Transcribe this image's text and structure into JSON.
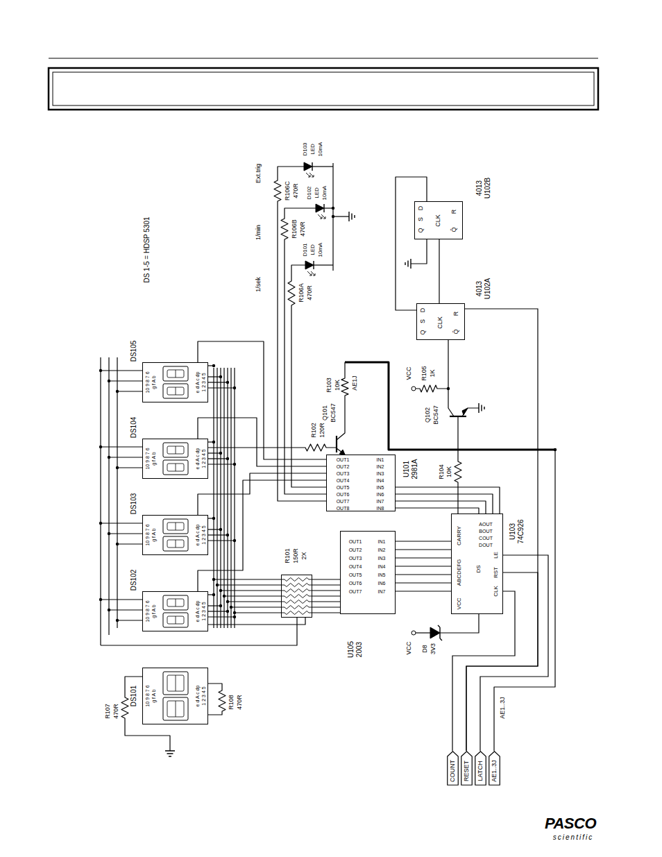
{
  "diagram": {
    "nodes": [
      {
        "text": [
          "DS101"
        ]
      },
      {
        "text": [
          "DS102"
        ]
      },
      {
        "text": [
          "DS103"
        ]
      },
      {
        "text": [
          "DS104"
        ]
      },
      {
        "text": [
          "DS105"
        ]
      },
      {
        "text": [
          "R101",
          "150R",
          "2X"
        ]
      },
      {
        "text": [
          "U105",
          "2003"
        ]
      },
      {
        "text": [
          "U101",
          "2981A"
        ]
      },
      {
        "text": [
          "U103",
          "74C926"
        ]
      },
      {
        "text": [
          "4013",
          "U102A"
        ]
      },
      {
        "text": [
          "4013",
          "U102B"
        ]
      },
      {
        "text": [
          "COUNT"
        ]
      },
      {
        "text": [
          "RESET"
        ]
      },
      {
        "text": [
          "LATCH"
        ]
      },
      {
        "text": [
          "AE1..3J"
        ]
      }
    ],
    "edges": [
      {
        "from": 8,
        "to": 6,
        "arrow": "none"
      },
      {
        "from": 6,
        "to": 5,
        "arrow": "none"
      },
      {
        "from": 5,
        "to": 1,
        "arrow": "none"
      },
      {
        "from": 9,
        "to": 10,
        "arrow": "none"
      },
      {
        "from": 11,
        "to": 8,
        "arrow": "none"
      },
      {
        "from": 12,
        "to": 8,
        "arrow": "none"
      },
      {
        "from": 12,
        "to": 9,
        "arrow": "none"
      },
      {
        "from": 13,
        "to": 8,
        "arrow": "none"
      }
    ],
    "labels": [
      "DS 1-5 = HDSP 5301",
      "1/sek",
      "1/min",
      "Ext.trig",
      "R106A",
      "470R",
      "D101",
      "LED",
      "10mA",
      "R106B",
      "470R",
      "D102",
      "LED",
      "10mA",
      "R106C",
      "470R",
      "D103",
      "LED",
      "10mA",
      "R102",
      "120R",
      "Q101",
      "BC547",
      "R103",
      "10K",
      "AE1J",
      "VCC",
      "R105",
      "1K",
      "Q102",
      "BC547",
      "R104",
      "10K",
      "VCC",
      "D8",
      "3V3",
      "AE1..3J",
      "R107",
      "470R",
      "R108",
      "470R",
      "PASCO",
      "scientific",
      "10 9 8 7 6",
      "g f A b",
      "e d A c dp",
      "1 2 3 4 5",
      "10 9 8 7 6",
      "g f A b",
      "e d A c dp",
      "1 2 3 4 5",
      "10 9 8 7 6",
      "g f A b",
      "e d A c dp",
      "1 2 3 4 5",
      "10 9 8 7 6",
      "g f A b",
      "e d A c dp",
      "1 2 3 4 5",
      "10 9 8 7 6",
      "g f A b",
      "e d A c dp",
      "1 2 3 4 5",
      "OUT1",
      "IN1",
      "OUT2",
      "IN2",
      "OUT3",
      "IN3",
      "OUT4",
      "IN4",
      "OUT5",
      "IN5",
      "OUT6",
      "IN6",
      "OUT7",
      "IN7",
      "OUT8",
      "IN8",
      "OUT1",
      "IN1",
      "OUT2",
      "IN2",
      "OUT3",
      "IN3",
      "OUT4",
      "IN4",
      "OUT5",
      "IN5",
      "OUT6",
      "IN6",
      "OUT7",
      "IN7",
      "ABCDEFG",
      "VCC",
      "CARRY",
      "AOUT",
      "BOUT",
      "COUT",
      "DOUT",
      "DS",
      "LE",
      "RST",
      "CLK",
      "D",
      "S",
      "Q",
      "CLK",
      "R",
      "Q̄",
      "D",
      "S",
      "Q",
      "CLK",
      "R",
      "Q̄"
    ]
  }
}
